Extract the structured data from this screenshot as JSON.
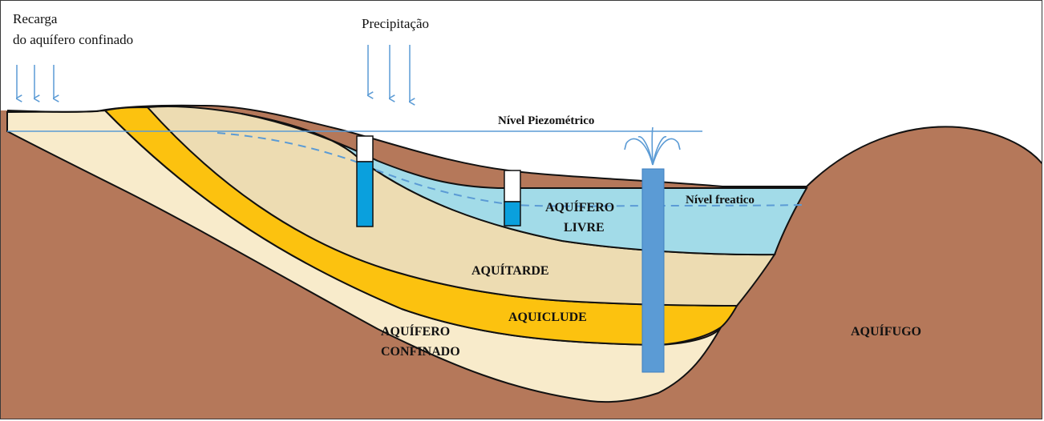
{
  "labels": {
    "recarga_line1": "Recarga",
    "recarga_line2": "do aquífero confinado",
    "precipitacao": "Precipitação",
    "nivel_piezometrico": "Nível Piezométrico",
    "nivel_freatico": "Nível freatico",
    "aquifero_livre_line1": "AQUÍFERO",
    "aquifero_livre_line2": "LIVRE",
    "aquitarde": "AQUÍTARDE",
    "aquiclude": "AQUICLUDE",
    "aquifero_confinado_line1": "AQUÍFERO",
    "aquifero_confinado_line2": "CONFINADO",
    "aquifugo": "AQUÍFUGO"
  },
  "colors": {
    "aquifugo": "#b5785a",
    "confined_aquifer": "#f8ebcb",
    "aquiclude": "#fcc20f",
    "aquitard": "#eddcb2",
    "unconfined_aquifer": "#a2dbe8",
    "well_water": "#0aa0dd",
    "artesian_well": "#5b9bd5",
    "water_lines": "#5b9bd5",
    "outline": "#111111"
  },
  "icons": [
    "rain-arrows",
    "observation-well",
    "artesian-fountain"
  ]
}
